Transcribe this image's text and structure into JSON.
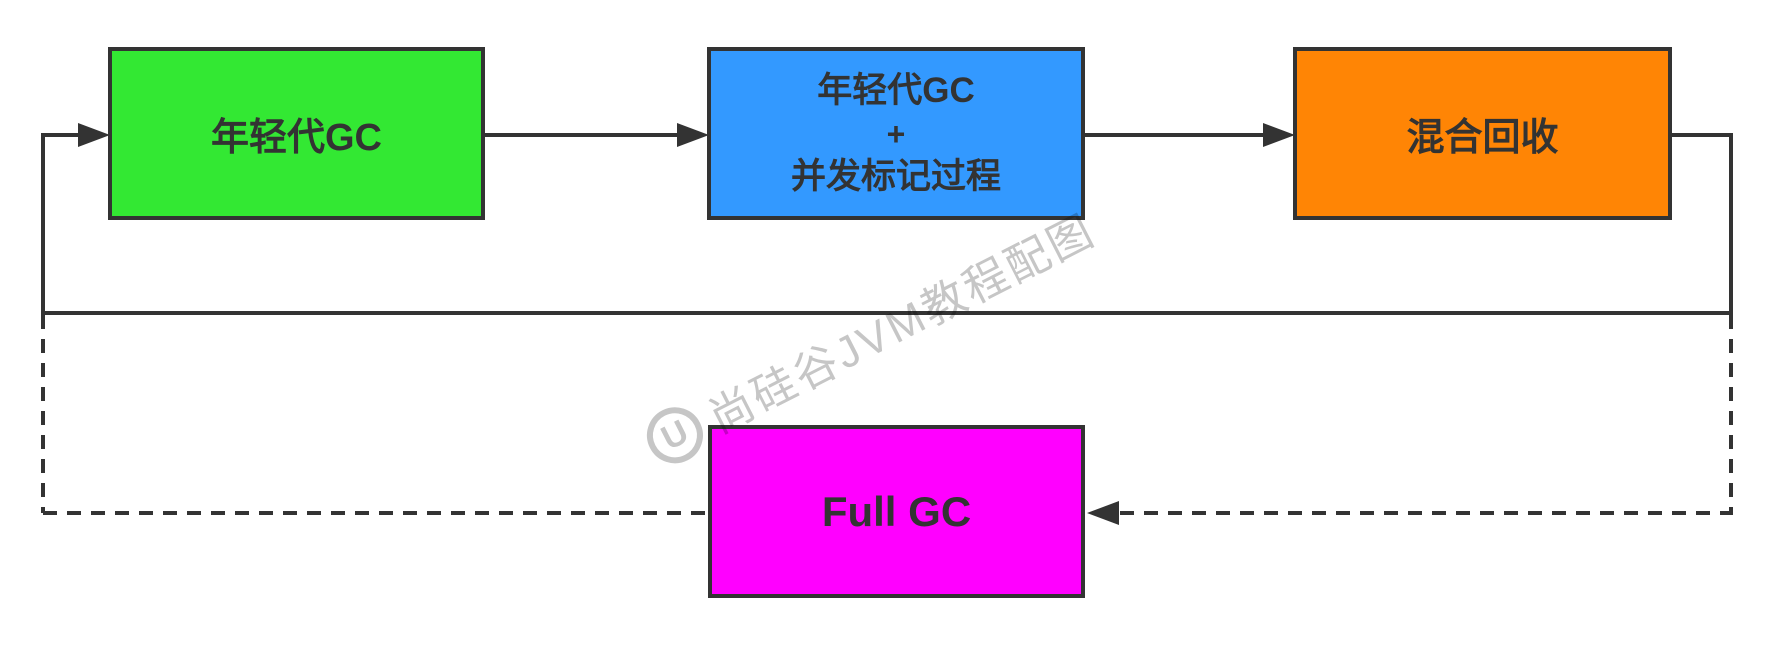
{
  "diagram": {
    "nodes": {
      "young_gc": {
        "label": "年轻代GC",
        "fill": "#33E833"
      },
      "young_plus_concurrent": {
        "line1": "年轻代GC",
        "line2": "+",
        "line3": "并发标记过程",
        "fill": "#3399FF"
      },
      "mixed_gc": {
        "label": "混合回收",
        "fill": "#FF8505"
      },
      "full_gc": {
        "label": "Full GC",
        "fill": "#FF00FF"
      }
    },
    "edges": {
      "color": "#333333",
      "solid_loop": "young_gc -> young_plus_concurrent -> mixed_gc -> (loop back) young_gc",
      "dashed_branch": "loop line -> Full GC (dashed, arrow into Full GC right side), Full GC -> loop line (dashed)"
    },
    "watermark": {
      "logo_letter": "U",
      "text": "尚硅谷JVM教程配图",
      "color": "#C6C6C6"
    }
  }
}
